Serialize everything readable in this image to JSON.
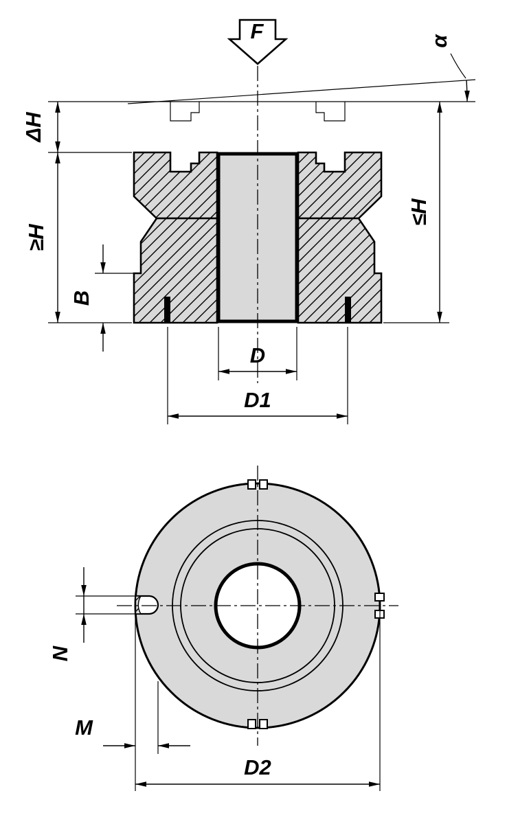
{
  "drawing": {
    "section": {
      "labels": {
        "force": "F",
        "angle": "α",
        "delta_h": "ΔH",
        "min_height": "≥H",
        "max_height": "≤H",
        "b": "B",
        "d": "D",
        "d1": "D1"
      }
    },
    "top": {
      "labels": {
        "n": "N",
        "m": "M",
        "d2": "D2"
      }
    },
    "colors": {
      "line": "#000000",
      "part_fill": "#d9d9d9",
      "background": "#ffffff"
    }
  }
}
